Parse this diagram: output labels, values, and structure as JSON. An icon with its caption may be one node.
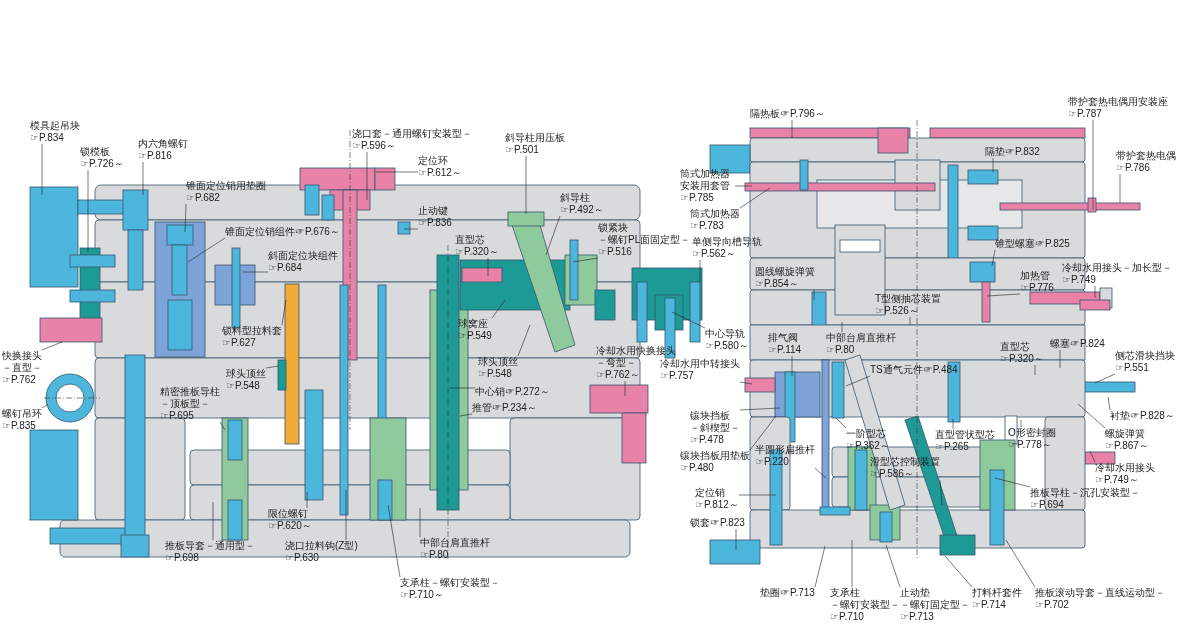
{
  "diagram": {
    "nodes": [
      {
        "text": [
          "模具起吊块",
          "☞P.834"
        ]
      },
      {
        "text": [
          "锁模板",
          "☞P.726～"
        ]
      },
      {
        "text": [
          "内六角螺钉",
          "☞P.816"
        ]
      },
      {
        "text": [
          "锥面定位销用垫圈",
          "☞P.682"
        ]
      },
      {
        "text": [
          "锥面定位销组件",
          "☞P.676～"
        ]
      },
      {
        "text": [
          "斜面定位块组件",
          "☞P.684"
        ]
      },
      {
        "text": [
          "锁料型拉料套",
          "☞P.627"
        ]
      },
      {
        "text": [
          "球头顶丝",
          "☞P.548"
        ]
      },
      {
        "text": [
          "快换接头",
          "－直型－",
          "☞P.762"
        ]
      },
      {
        "text": [
          "螺钉吊环",
          "☞P.835"
        ]
      },
      {
        "text": [
          "精密推板导柱",
          "－顶板型－",
          "☞P.695"
        ]
      },
      {
        "text": [
          "推板导套－通用型－",
          "☞P.698"
        ]
      },
      {
        "text": [
          "限位螺钉",
          "☞P.620～"
        ]
      },
      {
        "text": [
          "浇口拉料钩(Z型)",
          "☞P.630"
        ]
      },
      {
        "text": [
          "浇口套－通用螺钉安装型－",
          "☞P.596～"
        ]
      },
      {
        "text": [
          "定位环",
          "☞P.612～"
        ]
      },
      {
        "text": [
          "止动键",
          "☞P.836"
        ]
      },
      {
        "text": [
          "斜导柱用压板",
          "☞P.501"
        ]
      },
      {
        "text": [
          "斜导柱",
          "☞P.492～"
        ]
      },
      {
        "text": [
          "直型芯",
          "☞P.320～"
        ]
      },
      {
        "text": [
          "锁紧块",
          "－螺钉PL面固定型－",
          "☞P.516"
        ]
      },
      {
        "text": [
          "球窝座",
          "☞P.549"
        ]
      },
      {
        "text": [
          "球头顶丝",
          "☞P.548"
        ]
      },
      {
        "text": [
          "中心销",
          "☞P.272～"
        ]
      },
      {
        "text": [
          "推管",
          "☞P.234～"
        ]
      },
      {
        "text": [
          "中部台肩直推杆",
          "☞P.80"
        ]
      },
      {
        "text": [
          "支承柱－螺钉安装型－",
          "☞P.710～"
        ]
      },
      {
        "text": [
          "单侧导向槽导轨",
          "☞P.562～"
        ]
      },
      {
        "text": [
          "中心导轨",
          "☞P.580～"
        ]
      },
      {
        "text": [
          "冷却水用快换接头",
          "－弯型－",
          "☞P.762～"
        ]
      },
      {
        "text": [
          "隔热板",
          "☞P.796～"
        ]
      },
      {
        "text": [
          "带护套热电偶用安装座",
          "☞P.787"
        ]
      },
      {
        "text": [
          "带护套热电偶",
          "☞P.786"
        ]
      },
      {
        "text": [
          "隔垫",
          "☞P.832"
        ]
      },
      {
        "text": [
          "筒式加热器安装用套管",
          "☞P.785"
        ]
      },
      {
        "text": [
          "筒式加热器",
          "☞P.783"
        ]
      },
      {
        "text": [
          "锥型螺塞",
          "☞P.825"
        ]
      },
      {
        "text": [
          "加热管",
          "☞P.776"
        ]
      },
      {
        "text": [
          "冷却水用接头－加长型－",
          "☞P.749"
        ]
      },
      {
        "text": [
          "圆线螺旋弹簧",
          "☞P.854～"
        ]
      },
      {
        "text": [
          "T型侧抽芯装置",
          "☞P.526～"
        ]
      },
      {
        "text": [
          "中部台肩直推杆",
          "☞P.80"
        ]
      },
      {
        "text": [
          "排气阀",
          "☞P.114"
        ]
      },
      {
        "text": [
          "TS通气元件",
          "☞P.484"
        ]
      },
      {
        "text": [
          "直型芯",
          "☞P.320～"
        ]
      },
      {
        "text": [
          "螺塞",
          "☞P.824"
        ]
      },
      {
        "text": [
          "侧芯滑块挡块",
          "☞P.551"
        ]
      },
      {
        "text": [
          "冷却水用中转接头",
          "☞P.757"
        ]
      },
      {
        "text": [
          "衬垫",
          "☞P.828～"
        ]
      },
      {
        "text": [
          "镶块挡板",
          "－斜楔型－",
          "☞P.478"
        ]
      },
      {
        "text": [
          "镶块挡板用垫板",
          "☞P.480"
        ]
      },
      {
        "text": [
          "螺旋弹簧",
          "☞P.867～"
        ]
      },
      {
        "text": [
          "一阶型芯",
          "☞P.362～"
        ]
      },
      {
        "text": [
          "半圆形扁推杆",
          "☞P.220"
        ]
      },
      {
        "text": [
          "直型管状型芯",
          "☞P.265"
        ]
      },
      {
        "text": [
          "O形密封圈",
          "☞P.778～"
        ]
      },
      {
        "text": [
          "冷却水用接头",
          "☞P.749～"
        ]
      },
      {
        "text": [
          "定位销",
          "☞P.812～"
        ]
      },
      {
        "text": [
          "滑型芯控制装置",
          "☞P.586～"
        ]
      },
      {
        "text": [
          "推板导柱－沉孔安装型－",
          "☞P.694"
        ]
      },
      {
        "text": [
          "锁套",
          "☞P.823"
        ]
      },
      {
        "text": [
          "垫圈",
          "☞P.713"
        ]
      },
      {
        "text": [
          "支承柱",
          "－螺钉安装型－",
          "☞P.710"
        ]
      },
      {
        "text": [
          "止动垫",
          "－螺钉固定型－",
          "☞P.713"
        ]
      },
      {
        "text": [
          "打料杆套件",
          "☞P.714"
        ]
      },
      {
        "text": [
          "推板滚动导套－直线运动型－",
          "☞P.702"
        ]
      }
    ],
    "edges": [
      {
        "from": 0,
        "to": null,
        "arrow": "none"
      },
      {
        "from": 1,
        "to": null,
        "arrow": "none"
      },
      {
        "from": 2,
        "to": null,
        "arrow": "none"
      },
      {
        "from": 3,
        "to": null,
        "arrow": "none"
      },
      {
        "from": 4,
        "to": null,
        "arrow": "none"
      },
      {
        "from": 5,
        "to": null,
        "arrow": "none"
      },
      {
        "from": 6,
        "to": null,
        "arrow": "none"
      },
      {
        "from": 7,
        "to": null,
        "arrow": "none"
      },
      {
        "from": 8,
        "to": null,
        "arrow": "none"
      },
      {
        "from": 9,
        "to": null,
        "arrow": "none"
      },
      {
        "from": 10,
        "to": null,
        "arrow": "none"
      },
      {
        "from": 11,
        "to": null,
        "arrow": "none"
      },
      {
        "from": 12,
        "to": null,
        "arrow": "none"
      },
      {
        "from": 13,
        "to": null,
        "arrow": "none"
      },
      {
        "from": 14,
        "to": null,
        "arrow": "none"
      },
      {
        "from": 15,
        "to": null,
        "arrow": "none"
      },
      {
        "from": 16,
        "to": null,
        "arrow": "none"
      },
      {
        "from": 17,
        "to": null,
        "arrow": "none"
      },
      {
        "from": 18,
        "to": null,
        "arrow": "none"
      },
      {
        "from": 19,
        "to": null,
        "arrow": "none"
      },
      {
        "from": 20,
        "to": null,
        "arrow": "none"
      },
      {
        "from": 21,
        "to": null,
        "arrow": "none"
      },
      {
        "from": 22,
        "to": null,
        "arrow": "none"
      },
      {
        "from": 23,
        "to": null,
        "arrow": "none"
      },
      {
        "from": 24,
        "to": null,
        "arrow": "none"
      },
      {
        "from": 25,
        "to": null,
        "arrow": "none"
      },
      {
        "from": 26,
        "to": null,
        "arrow": "none"
      },
      {
        "from": 27,
        "to": null,
        "arrow": "none"
      },
      {
        "from": 28,
        "to": null,
        "arrow": "none"
      },
      {
        "from": 29,
        "to": null,
        "arrow": "none"
      },
      {
        "from": 30,
        "to": null,
        "arrow": "none"
      },
      {
        "from": 31,
        "to": null,
        "arrow": "none"
      },
      {
        "from": 32,
        "to": null,
        "arrow": "none"
      },
      {
        "from": 33,
        "to": null,
        "arrow": "none"
      },
      {
        "from": 34,
        "to": null,
        "arrow": "none"
      },
      {
        "from": 35,
        "to": null,
        "arrow": "none"
      },
      {
        "from": 36,
        "to": null,
        "arrow": "none"
      },
      {
        "from": 37,
        "to": null,
        "arrow": "none"
      },
      {
        "from": 38,
        "to": null,
        "arrow": "none"
      },
      {
        "from": 39,
        "to": null,
        "arrow": "none"
      },
      {
        "from": 40,
        "to": null,
        "arrow": "none"
      },
      {
        "from": 41,
        "to": null,
        "arrow": "none"
      },
      {
        "from": 42,
        "to": null,
        "arrow": "none"
      },
      {
        "from": 43,
        "to": null,
        "arrow": "none"
      },
      {
        "from": 44,
        "to": null,
        "arrow": "none"
      },
      {
        "from": 45,
        "to": null,
        "arrow": "none"
      },
      {
        "from": 46,
        "to": null,
        "arrow": "none"
      },
      {
        "from": 47,
        "to": null,
        "arrow": "none"
      },
      {
        "from": 48,
        "to": null,
        "arrow": "none"
      },
      {
        "from": 49,
        "to": null,
        "arrow": "none"
      },
      {
        "from": 50,
        "to": null,
        "arrow": "none"
      },
      {
        "from": 51,
        "to": null,
        "arrow": "none"
      },
      {
        "from": 52,
        "to": null,
        "arrow": "none"
      },
      {
        "from": 53,
        "to": null,
        "arrow": "none"
      },
      {
        "from": 54,
        "to": null,
        "arrow": "none"
      },
      {
        "from": 55,
        "to": null,
        "arrow": "none"
      },
      {
        "from": 56,
        "to": null,
        "arrow": "none"
      },
      {
        "from": 57,
        "to": null,
        "arrow": "none"
      },
      {
        "from": 58,
        "to": null,
        "arrow": "none"
      },
      {
        "from": 59,
        "to": null,
        "arrow": "none"
      },
      {
        "from": 60,
        "to": null,
        "arrow": "none"
      },
      {
        "from": 61,
        "to": null,
        "arrow": "none"
      },
      {
        "from": 62,
        "to": null,
        "arrow": "none"
      },
      {
        "from": 63,
        "to": null,
        "arrow": "none"
      },
      {
        "from": 64,
        "to": null,
        "arrow": "none"
      },
      {
        "from": 65,
        "to": null,
        "arrow": "none"
      }
    ]
  }
}
